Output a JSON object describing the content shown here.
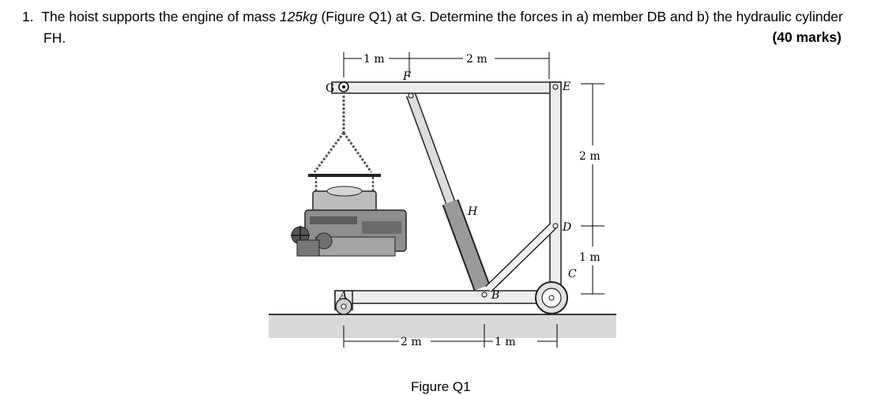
{
  "question": {
    "number": "1.",
    "text_part1": "The hoist supports the engine of mass ",
    "mass_value": "125kg",
    "text_part2": " (Figure Q1) at G. Determine the forces in a) member DB and b) the hydraulic cylinder",
    "text_line2": "FH.",
    "marks": "(40 marks)"
  },
  "figure": {
    "caption": "Figure Q1",
    "points": {
      "G": "G",
      "F": "F",
      "E": "E",
      "H": "H",
      "D": "D",
      "C": "C",
      "B": "B",
      "A": "A"
    },
    "dims": {
      "top_left": "1 m",
      "top_right": "2 m",
      "right_upper": "2 m",
      "right_lower": "1 m",
      "bottom_left": "2 m",
      "bottom_right": "1 m"
    }
  }
}
